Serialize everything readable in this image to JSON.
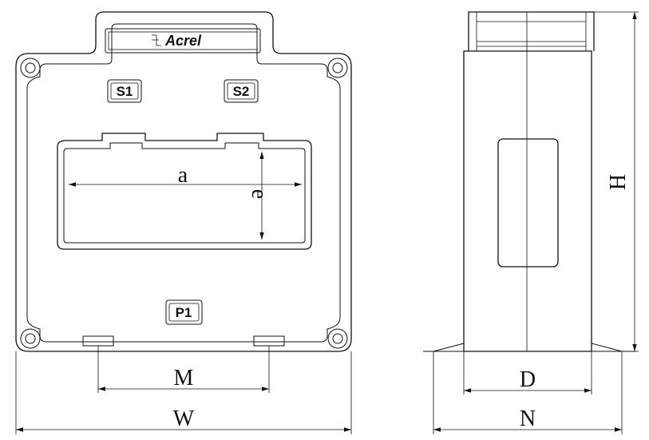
{
  "front_view": {
    "brand": "Acrel",
    "terminals": {
      "s1": "S1",
      "s2": "S2",
      "p1": "P1"
    },
    "window_dims": {
      "width": "a",
      "height": "e"
    },
    "base_dims": {
      "mounting_spacing": "M",
      "overall_width": "W"
    }
  },
  "side_view": {
    "dims": {
      "depth": "D",
      "base_depth": "N",
      "height": "H"
    }
  }
}
